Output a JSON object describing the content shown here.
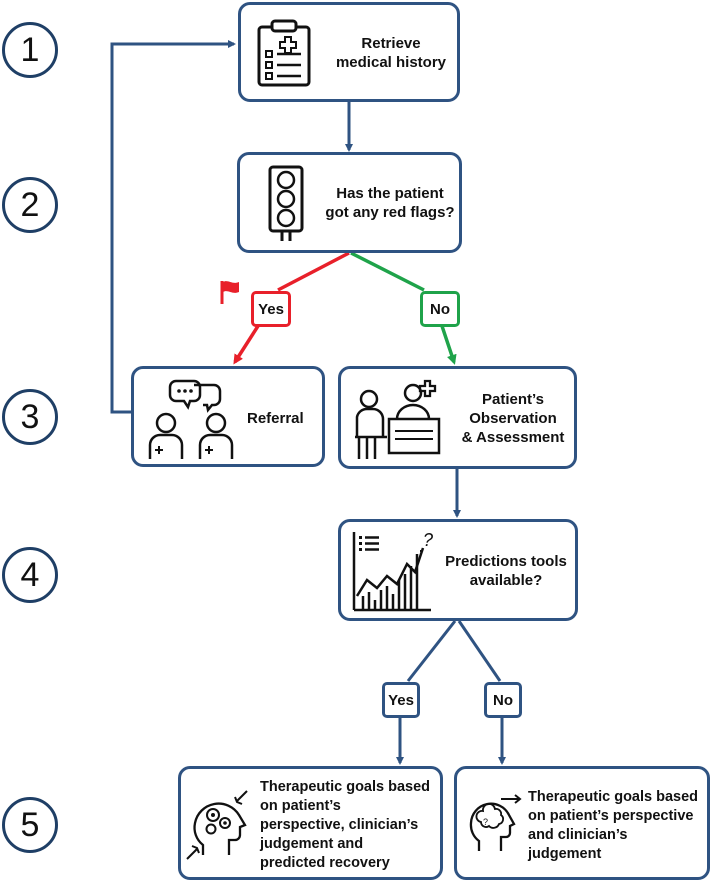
{
  "steps": [
    "1",
    "2",
    "3",
    "4",
    "5"
  ],
  "nodes": {
    "retrieve": {
      "line1": "Retrieve",
      "line2": "medical history"
    },
    "red_flags": {
      "line1": "Has the patient",
      "line2": "got any red flags?"
    },
    "referral": {
      "label": "Referral"
    },
    "observation": {
      "line1": "Patient’s",
      "line2": "Observation",
      "line3": "& Assessment"
    },
    "predictions": {
      "line1": "Predictions tools",
      "line2": "available?"
    },
    "goals_predicted": {
      "line1": "Therapeutic goals based",
      "line2": "on patient’s",
      "line3": "perspective, clinician’s",
      "line4": "judgement and",
      "line5": "predicted recovery"
    },
    "goals_no_prediction": {
      "line1": "Therapeutic goals based",
      "line2": "on patient’s perspective",
      "line3": "and clinician’s",
      "line4": "judgement"
    }
  },
  "decisions": {
    "red_flags_yes": "Yes",
    "red_flags_no": "No",
    "predictions_yes": "Yes",
    "predictions_no": "No"
  },
  "colors": {
    "box_border": "#2f5382",
    "arrow": "#2f5382",
    "yes_red": "#e8202a",
    "no_green": "#1fa34a"
  },
  "icons": [
    "clipboard-icon",
    "traffic-light-icon",
    "red-flag-icon",
    "conversation-icon",
    "consultation-desk-icon",
    "chart-question-icon",
    "brain-gears-icon",
    "head-brain-icon"
  ]
}
